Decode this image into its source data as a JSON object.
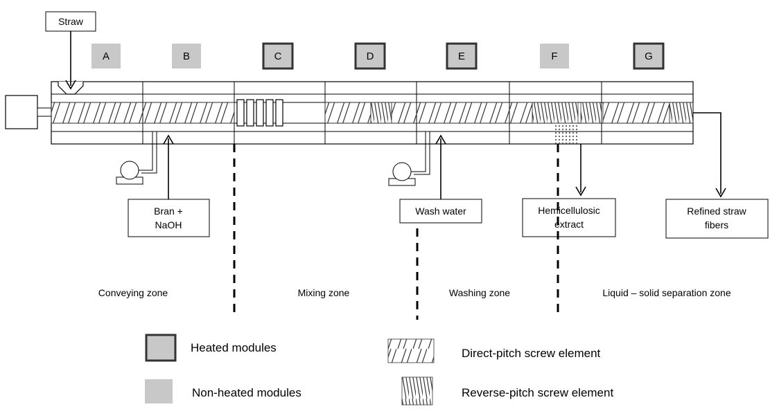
{
  "inputs": {
    "straw": "Straw",
    "bran_line1": "Bran +",
    "bran_line2": "NaOH",
    "wash_water": "Wash water"
  },
  "outputs": {
    "hemicellulosic_line1": "Hemicellulosic",
    "hemicellulosic_line2": "extract",
    "refined_line1": "Refined straw",
    "refined_line2": "fibers"
  },
  "modules": [
    {
      "label": "A",
      "heated": false
    },
    {
      "label": "B",
      "heated": false
    },
    {
      "label": "C",
      "heated": true
    },
    {
      "label": "D",
      "heated": true
    },
    {
      "label": "E",
      "heated": true
    },
    {
      "label": "F",
      "heated": false
    },
    {
      "label": "G",
      "heated": true
    }
  ],
  "zones": [
    "Conveying zone",
    "Mixing zone",
    "Washing zone",
    "Liquid – solid separation zone"
  ],
  "legend": {
    "heated": "Heated modules",
    "non_heated": "Non-heated modules",
    "direct": "Direct-pitch screw element",
    "reverse": "Reverse-pitch screw element"
  },
  "colors": {
    "module_fill": "#c8c8c8",
    "heated_border": "#333333",
    "line": "#000000"
  }
}
